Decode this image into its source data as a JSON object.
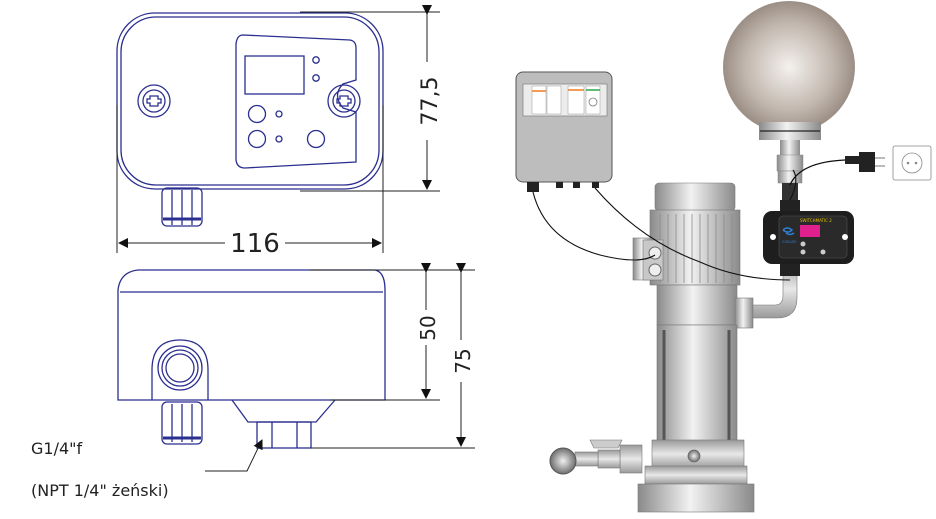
{
  "dimensions": {
    "width_label": "116",
    "height_label_top": "77,5",
    "body_height_label": "50",
    "total_height_label": "75"
  },
  "connector_note": {
    "thread": "G1/4\"f",
    "npt": "(NPT 1/4\" żeński)"
  },
  "device": {
    "name": "SWITCHMATIC 2",
    "brand": "COELBO",
    "display_color": "#e0208c"
  },
  "colors": {
    "outline": "#2b2f8f",
    "dim_line": "#222222",
    "device_body": "#1e1e1e",
    "metal": "#b9b9b9",
    "globe": "#a0958c"
  }
}
